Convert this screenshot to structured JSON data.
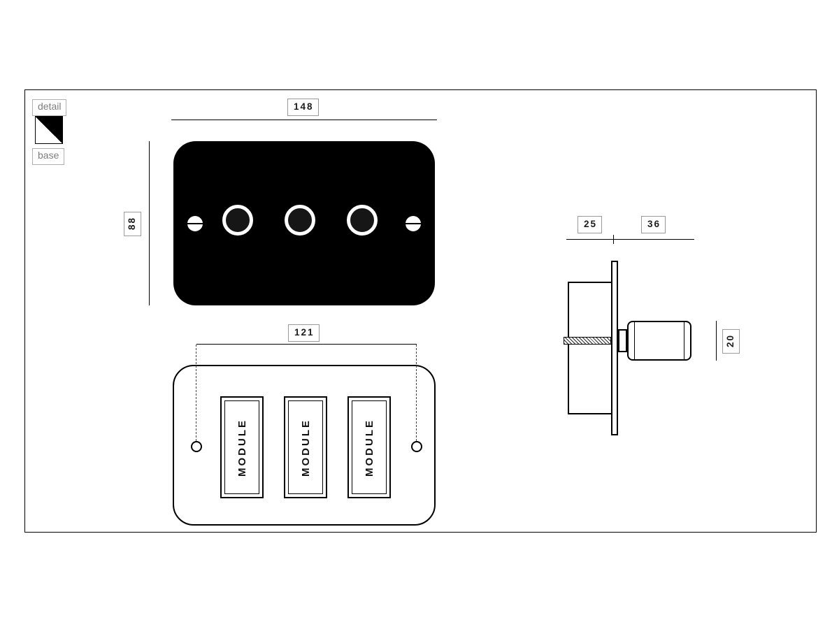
{
  "legend": {
    "detail_label": "detail",
    "base_label": "base",
    "swatch": {
      "detail_color": "#000000",
      "base_color": "#ffffff"
    }
  },
  "front_view": {
    "width_dim": "148",
    "height_dim": "88",
    "plate_color": "#000000",
    "knob_count": 3
  },
  "rear_view": {
    "spacing_dim": "121",
    "modules": [
      {
        "label": "MODULE"
      },
      {
        "label": "MODULE"
      },
      {
        "label": "MODULE"
      }
    ]
  },
  "side_view": {
    "box_depth_dim": "25",
    "knob_depth_dim": "36",
    "knob_diameter_dim": "20"
  }
}
